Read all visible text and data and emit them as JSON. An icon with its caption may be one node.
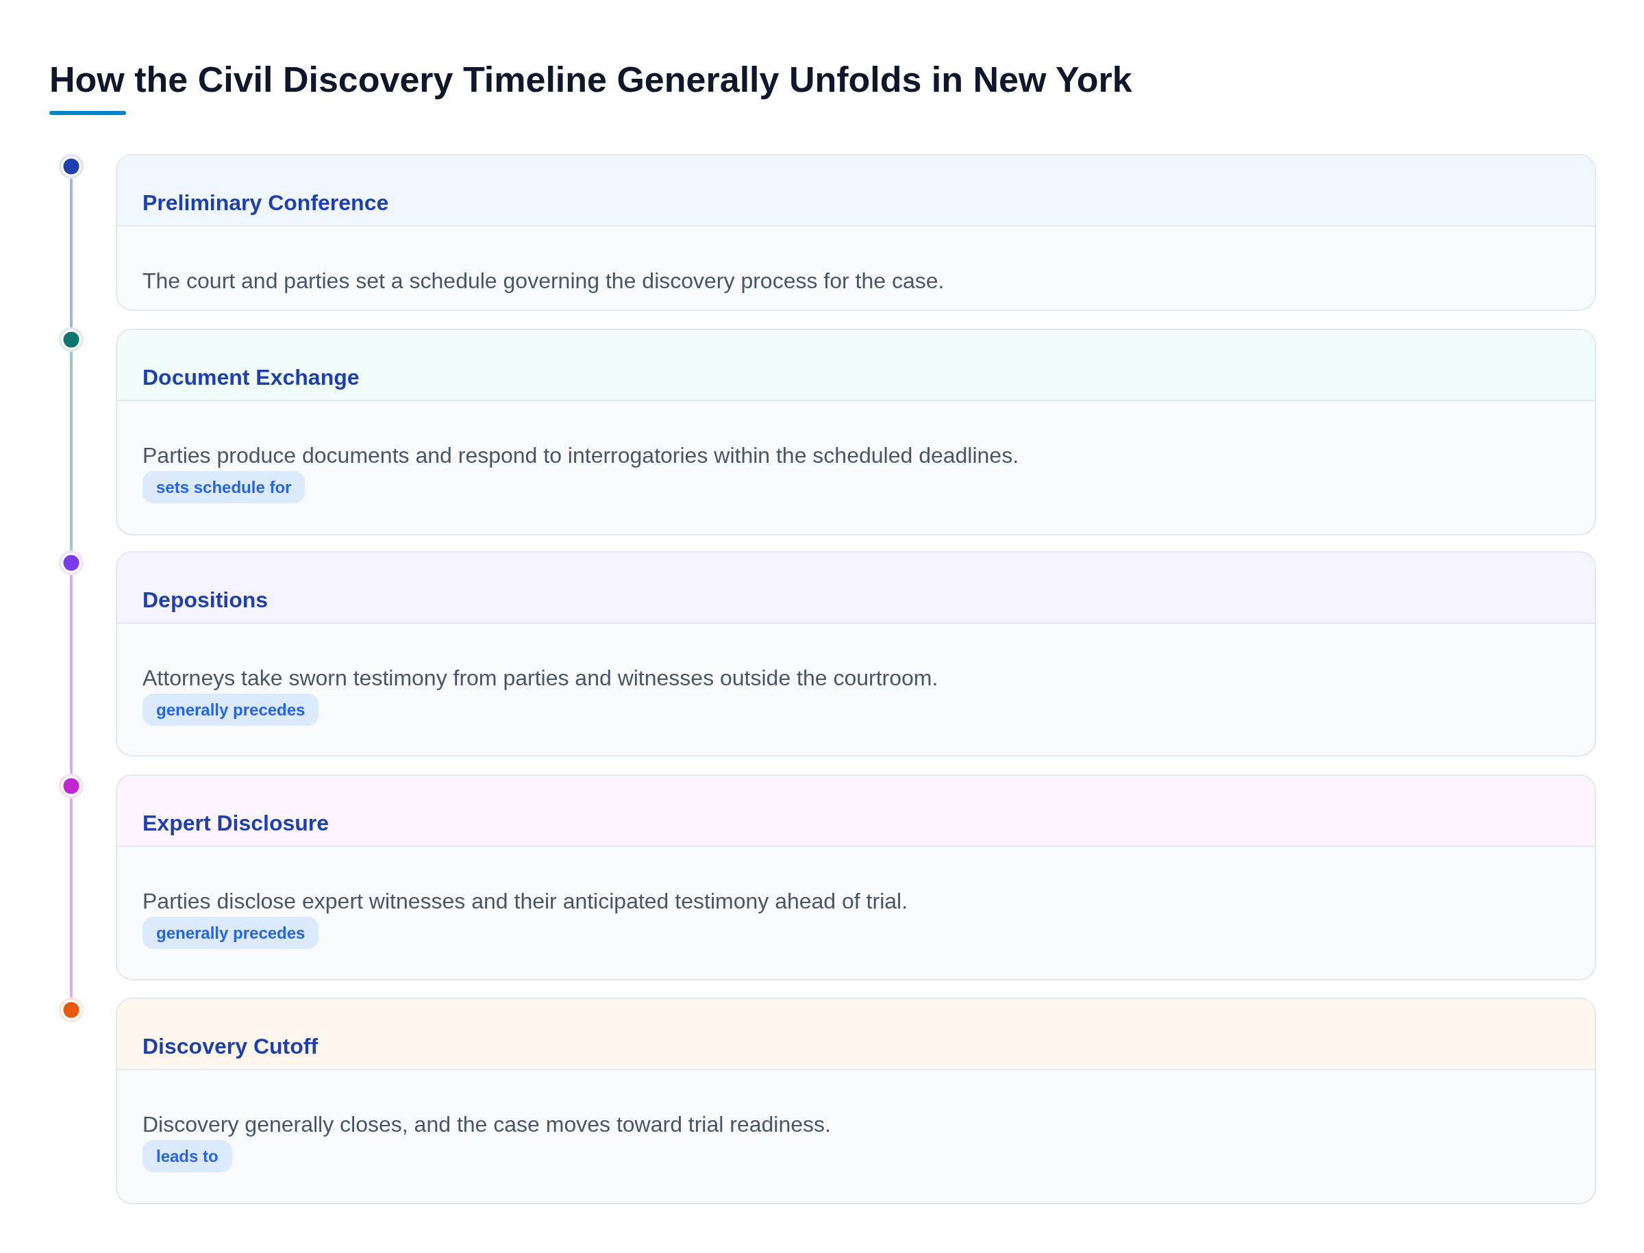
{
  "diagram": {
    "title": "How the Civil Discovery Timeline Generally Unfolds in New York",
    "nodes": [
      {
        "text": [],
        "shape": "circle"
      },
      {
        "text": [
          "Preliminary Conference",
          "The court and parties set a schedule governing the discovery process for the case."
        ]
      },
      {
        "text": [],
        "shape": "circle"
      },
      {
        "text": [
          "Document Exchange",
          "Parties produce documents and respond to interrogatories within the scheduled deadlines.",
          "sets schedule for"
        ]
      },
      {
        "text": [],
        "shape": "circle"
      },
      {
        "text": [
          "Depositions",
          "Attorneys take sworn testimony from parties and witnesses outside the courtroom.",
          "generally precedes"
        ]
      },
      {
        "text": [],
        "shape": "circle"
      },
      {
        "text": [
          "Expert Disclosure",
          "Parties disclose expert witnesses and their anticipated testimony ahead of trial.",
          "generally precedes"
        ]
      },
      {
        "text": [],
        "shape": "circle"
      },
      {
        "text": [
          "Discovery Cutoff",
          "Discovery generally closes, and the case moves toward trial readiness.",
          "leads to"
        ]
      }
    ],
    "edges": [
      {
        "from": 0,
        "to": 2,
        "arrow": "none",
        "color": "#a5b3df"
      },
      {
        "from": 2,
        "to": 4,
        "arrow": "none",
        "color": "#9fc8c5"
      },
      {
        "from": 4,
        "to": 6,
        "arrow": "none",
        "color": "#cbb0f8"
      },
      {
        "from": 6,
        "to": 8,
        "arrow": "none",
        "color": "#e6a8ed"
      }
    ]
  }
}
